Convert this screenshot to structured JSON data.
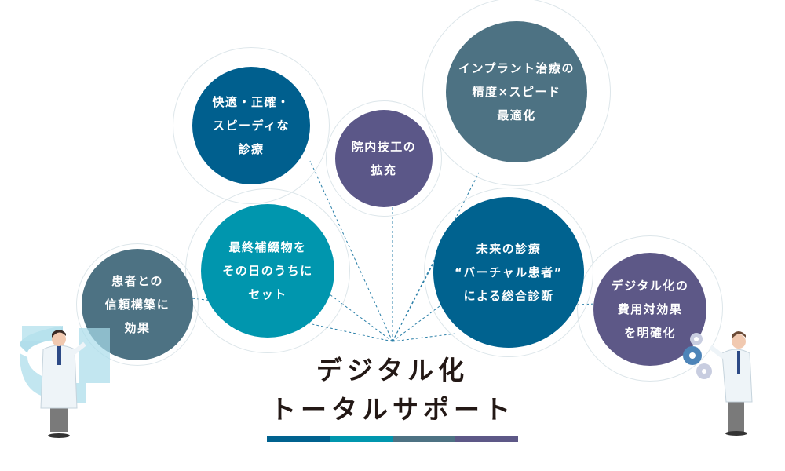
{
  "bubbles": [
    {
      "id": "comfort",
      "lines": [
        "快適・正確・",
        "スピーディな",
        "診療"
      ],
      "color": "#005f8e"
    },
    {
      "id": "lab",
      "lines": [
        "院内技工の",
        "拡充"
      ],
      "color": "#5b5788"
    },
    {
      "id": "implant",
      "lines": [
        "インプラント治療の",
        "精度×スピード",
        "最適化"
      ],
      "color": "#4d7283"
    },
    {
      "id": "sameday",
      "lines": [
        "最終補綴物を",
        "その日のうちに",
        "セット"
      ],
      "color": "#0096ae"
    },
    {
      "id": "trust",
      "lines": [
        "患者との",
        "信頼構築に",
        "効果"
      ],
      "color": "#4d7283"
    },
    {
      "id": "virtual",
      "lines": [
        "未来の診療",
        "“バーチャル患者”",
        "による総合診断"
      ],
      "color": "#00628f"
    },
    {
      "id": "cost",
      "lines": [
        "デジタル化の",
        "費用対効果",
        "を明確化"
      ],
      "color": "#5d5887"
    }
  ],
  "title": {
    "line1": "デジタル化",
    "line2": "トータルサポート"
  },
  "bar_colors": [
    "#00628f",
    "#0096ae",
    "#4d7283",
    "#5d5887"
  ]
}
